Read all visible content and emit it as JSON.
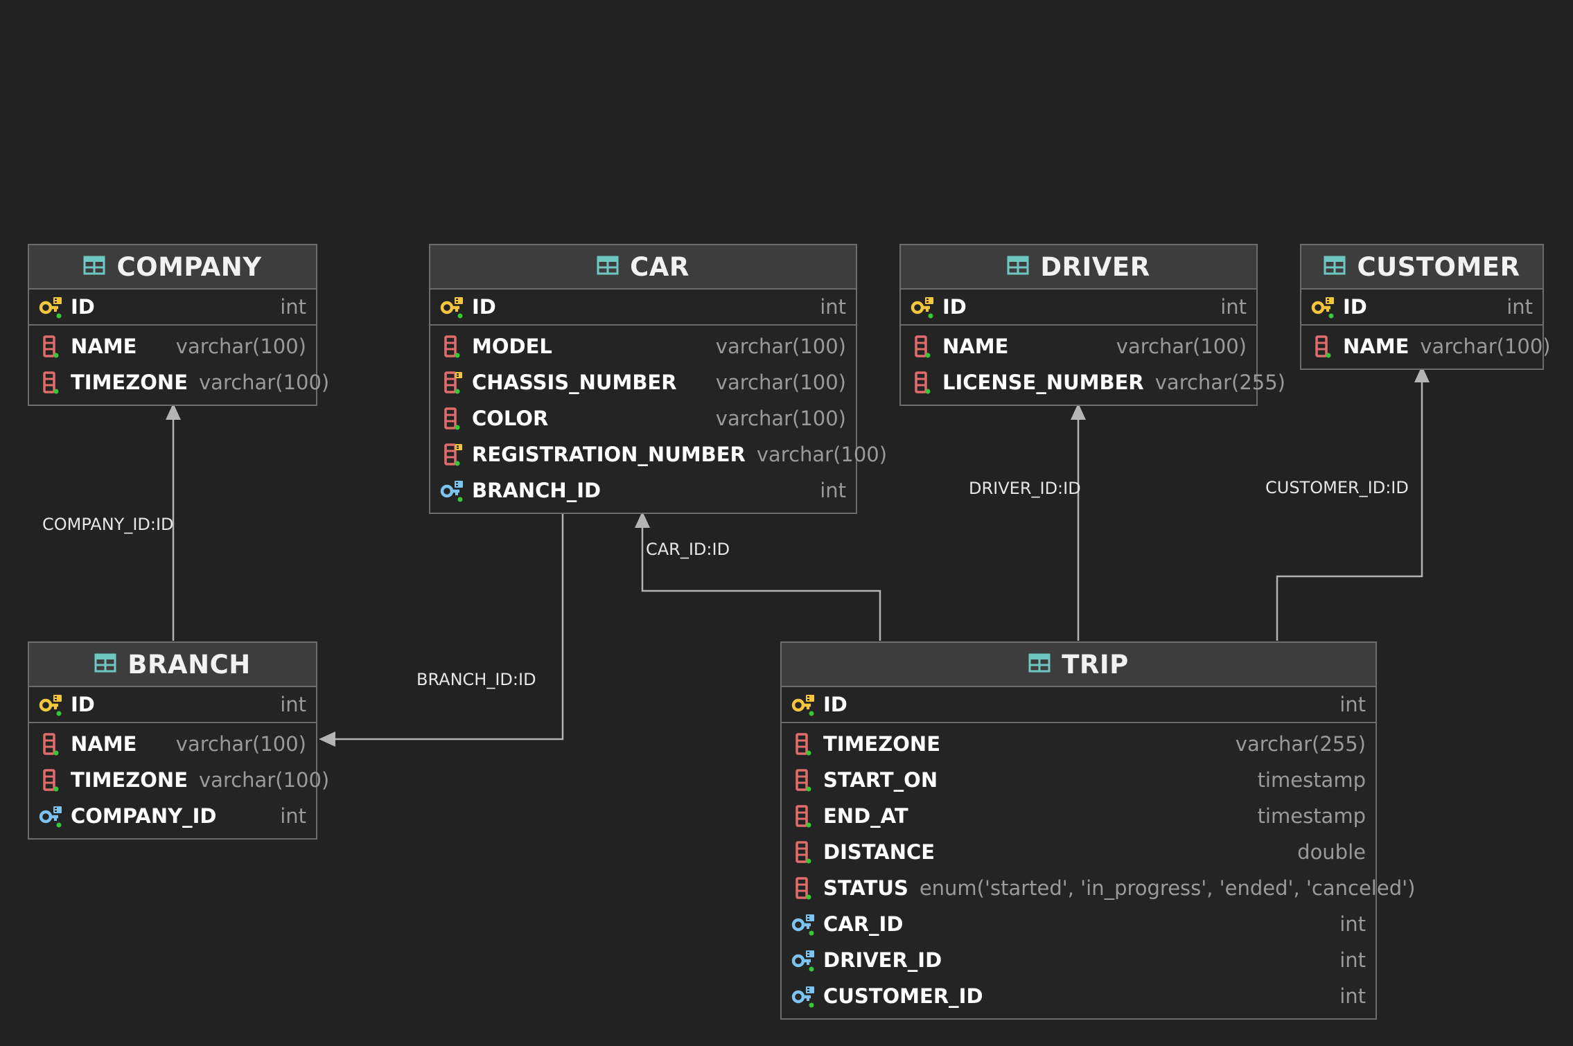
{
  "tables": {
    "company": {
      "name": "COMPANY",
      "columns": [
        {
          "name": "ID",
          "type": "int",
          "icon": "primary-key-icon"
        },
        {
          "name": "NAME",
          "type": "varchar(100)",
          "icon": "column-icon"
        },
        {
          "name": "TIMEZONE",
          "type": "varchar(100)",
          "icon": "column-icon"
        }
      ]
    },
    "car": {
      "name": "CAR",
      "columns": [
        {
          "name": "ID",
          "type": "int",
          "icon": "primary-key-icon"
        },
        {
          "name": "MODEL",
          "type": "varchar(100)",
          "icon": "column-icon"
        },
        {
          "name": "CHASSIS_NUMBER",
          "type": "varchar(100)",
          "icon": "unique-column-icon"
        },
        {
          "name": "COLOR",
          "type": "varchar(100)",
          "icon": "column-icon"
        },
        {
          "name": "REGISTRATION_NUMBER",
          "type": "varchar(100)",
          "icon": "unique-column-icon"
        },
        {
          "name": "BRANCH_ID",
          "type": "int",
          "icon": "foreign-key-icon"
        }
      ]
    },
    "driver": {
      "name": "DRIVER",
      "columns": [
        {
          "name": "ID",
          "type": "int",
          "icon": "primary-key-icon"
        },
        {
          "name": "NAME",
          "type": "varchar(100)",
          "icon": "column-icon"
        },
        {
          "name": "LICENSE_NUMBER",
          "type": "varchar(255)",
          "icon": "column-icon"
        }
      ]
    },
    "customer": {
      "name": "CUSTOMER",
      "columns": [
        {
          "name": "ID",
          "type": "int",
          "icon": "primary-key-icon"
        },
        {
          "name": "NAME",
          "type": "varchar(100)",
          "icon": "column-icon"
        }
      ]
    },
    "branch": {
      "name": "BRANCH",
      "columns": [
        {
          "name": "ID",
          "type": "int",
          "icon": "primary-key-icon"
        },
        {
          "name": "NAME",
          "type": "varchar(100)",
          "icon": "column-icon"
        },
        {
          "name": "TIMEZONE",
          "type": "varchar(100)",
          "icon": "column-icon"
        },
        {
          "name": "COMPANY_ID",
          "type": "int",
          "icon": "foreign-key-icon"
        }
      ]
    },
    "trip": {
      "name": "TRIP",
      "columns": [
        {
          "name": "ID",
          "type": "int",
          "icon": "primary-key-icon"
        },
        {
          "name": "TIMEZONE",
          "type": "varchar(255)",
          "icon": "column-icon"
        },
        {
          "name": "START_ON",
          "type": "timestamp",
          "icon": "column-icon"
        },
        {
          "name": "END_AT",
          "type": "timestamp",
          "icon": "column-icon"
        },
        {
          "name": "DISTANCE",
          "type": "double",
          "icon": "column-icon"
        },
        {
          "name": "STATUS",
          "type": "enum('started', 'in_progress', 'ended', 'canceled')",
          "icon": "column-icon"
        },
        {
          "name": "CAR_ID",
          "type": "int",
          "icon": "foreign-key-icon"
        },
        {
          "name": "DRIVER_ID",
          "type": "int",
          "icon": "foreign-key-icon"
        },
        {
          "name": "CUSTOMER_ID",
          "type": "int",
          "icon": "foreign-key-icon"
        }
      ]
    }
  },
  "relationships": {
    "branch_company": "COMPANY_ID:ID",
    "car_branch": "BRANCH_ID:ID",
    "trip_car": "CAR_ID:ID",
    "trip_driver": "DRIVER_ID:ID",
    "trip_customer": "CUSTOMER_ID:ID"
  },
  "colors": {
    "background": "#222222",
    "header": "#3d3d3d",
    "border": "#6c6c6c",
    "connector": "#b4b4b4",
    "table_icon": "#6fc7c1",
    "primary_key": "#f3c63d",
    "foreign_key": "#7cc3ef",
    "column": "#e06c6c",
    "not_null_dot": "#37c837"
  }
}
